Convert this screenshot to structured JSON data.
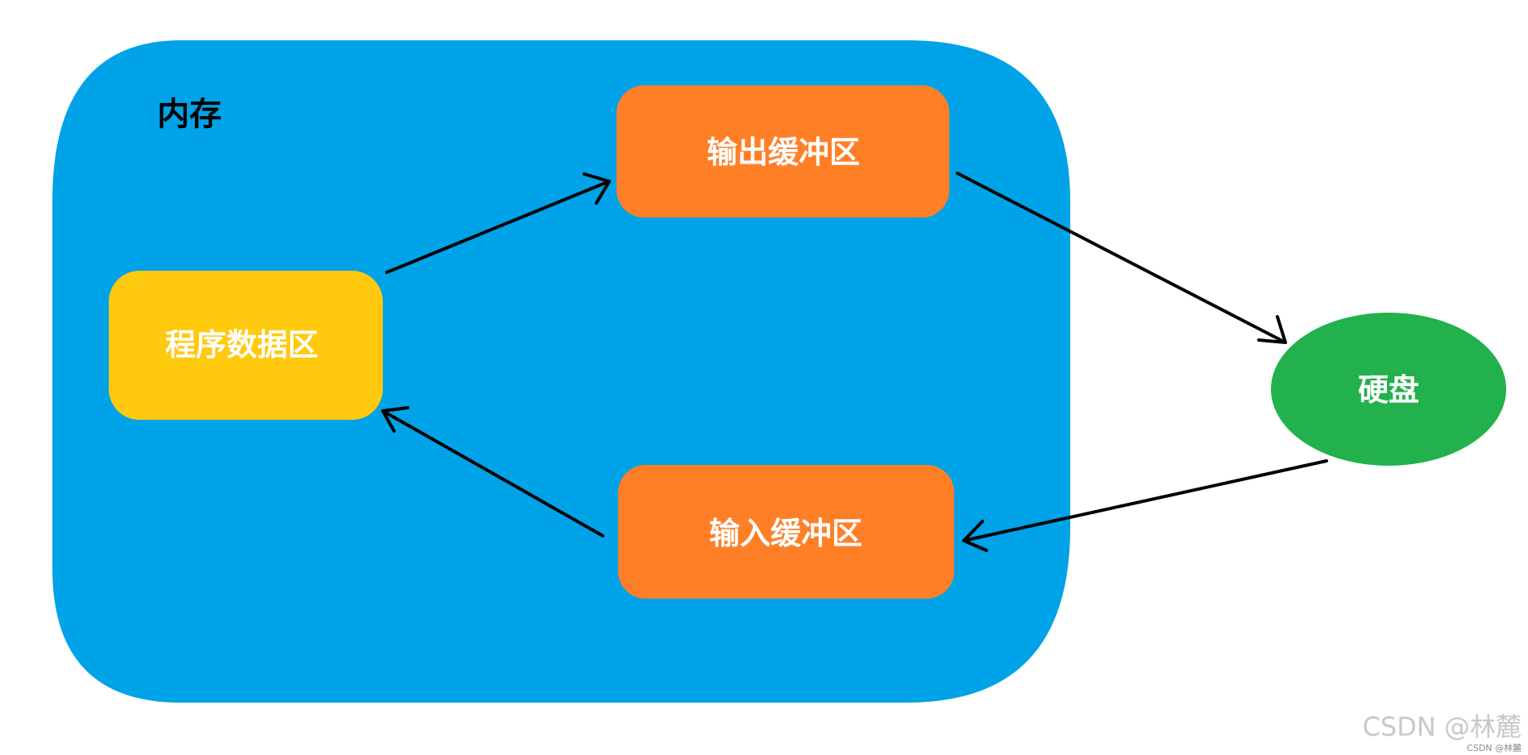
{
  "diagram": {
    "memory_label": "内存",
    "program_data": "程序数据区",
    "output_buffer": "输出缓冲区",
    "input_buffer": "输入缓冲区",
    "disk": "硬盘"
  },
  "watermark": {
    "text": "CSDN @林麓",
    "small_text": "CSDN @林麓"
  },
  "colors": {
    "memory": "#00a2e8",
    "program_data": "#ffc90e",
    "buffer": "#ff7f27",
    "disk": "#22b14c",
    "arrow": "#000000",
    "watermark": "#c8c8c8"
  },
  "icons": {
    "arrow": "arrow-icon"
  }
}
